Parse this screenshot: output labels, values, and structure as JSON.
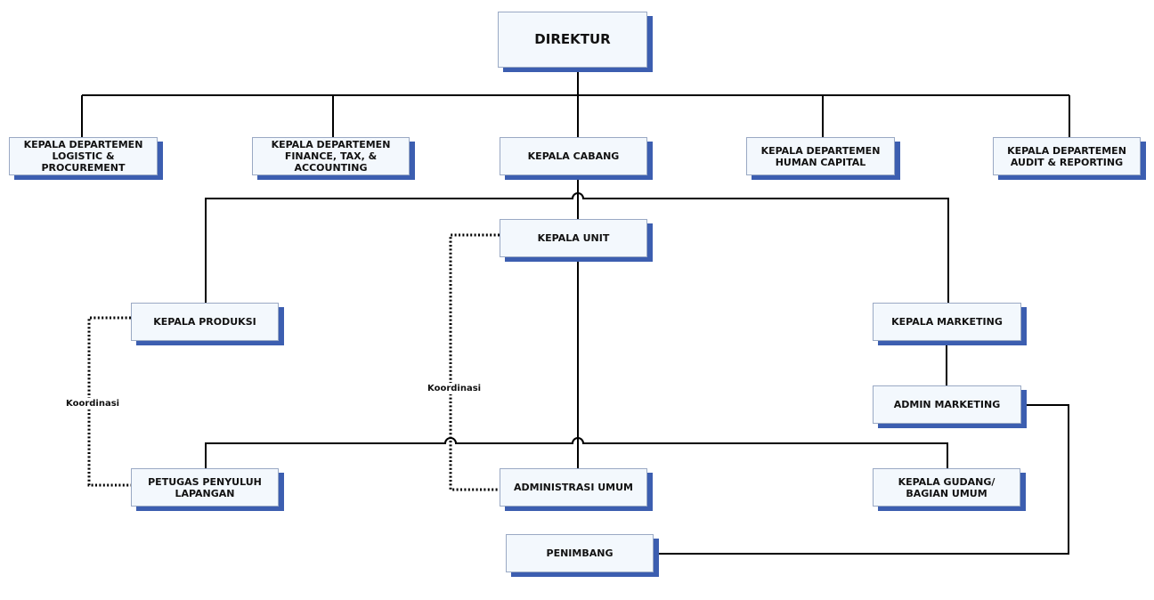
{
  "nodes": {
    "direktur": "DIREKTUR",
    "kd_logistic": "KEPALA DEPARTEMEN\nLOGISTIC & PROCUREMENT",
    "kd_finance": "KEPALA DEPARTEMEN\nFINANCE, TAX, & ACCOUNTING",
    "kepala_cabang": "KEPALA CABANG",
    "kd_human": "KEPALA DEPARTEMEN\nHUMAN CAPITAL",
    "kd_audit": "KEPALA DEPARTEMEN\nAUDIT & REPORTING",
    "kepala_unit": "KEPALA UNIT",
    "kepala_produksi": "KEPALA PRODUKSI",
    "kepala_marketing": "KEPALA MARKETING",
    "admin_marketing": "ADMIN MARKETING",
    "petugas_penyuluh": "PETUGAS PENYULUH\nLAPANGAN",
    "administrasi_umum": "ADMINISTRASI UMUM",
    "kepala_gudang": "KEPALA GUDANG/\nBAGIAN UMUM",
    "penimbang": "PENIMBANG"
  },
  "labels": {
    "koordinasi_left": "Koordinasi",
    "koordinasi_center": "Koordinasi"
  },
  "colors": {
    "box_fill": "#f3f8fd",
    "box_shadow": "#3c5eb0",
    "line": "#000000"
  }
}
